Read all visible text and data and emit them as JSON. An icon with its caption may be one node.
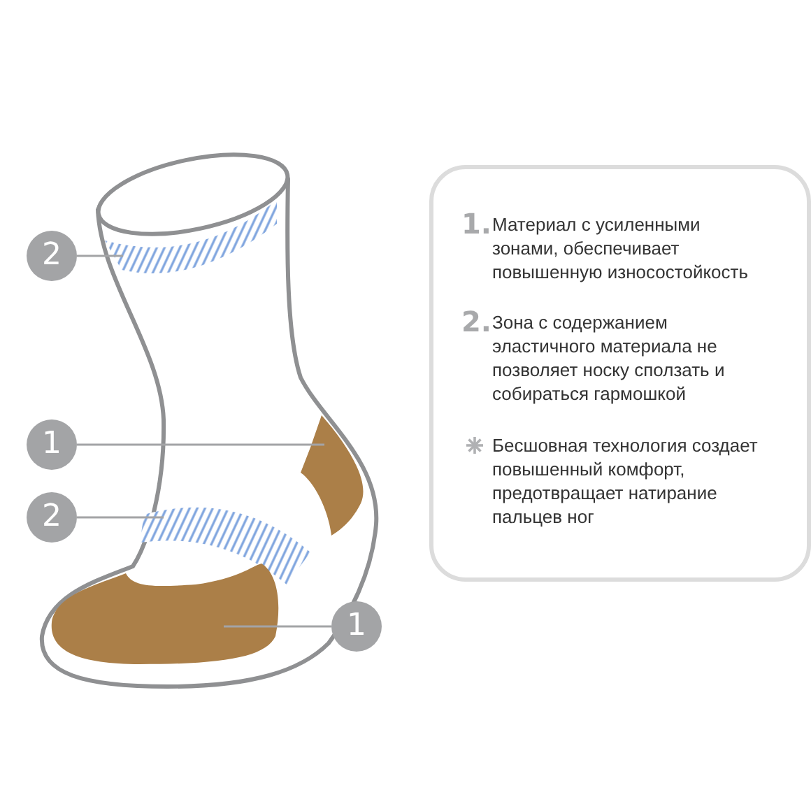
{
  "diagram": {
    "nodes": [
      {
        "text": [
          "2"
        ]
      },
      {
        "text": [],
        "shape": "band"
      },
      {
        "text": [
          "1"
        ]
      },
      {
        "text": [],
        "shape": "area"
      },
      {
        "text": [
          "2"
        ]
      },
      {
        "text": [],
        "shape": "band"
      },
      {
        "text": [
          "1"
        ]
      },
      {
        "text": [],
        "shape": "area"
      },
      {
        "text": [
          "1.",
          "Материал с усиленными зонами, обеспечивает повышенную износостойкость",
          "2.",
          "Зона с содержанием эластичного материала не позволяет носку сползать и собираться гармошкой",
          "Бесшовная технология создает повышенный комфорт, предотвращает натирание пальцев ног"
        ]
      }
    ],
    "edges": [
      {
        "from": 0,
        "to": 1,
        "arrow": "none"
      },
      {
        "from": 2,
        "to": 3,
        "arrow": "none"
      },
      {
        "from": 4,
        "to": 5,
        "arrow": "none"
      },
      {
        "from": 6,
        "to": 7,
        "arrow": "none"
      }
    ]
  }
}
